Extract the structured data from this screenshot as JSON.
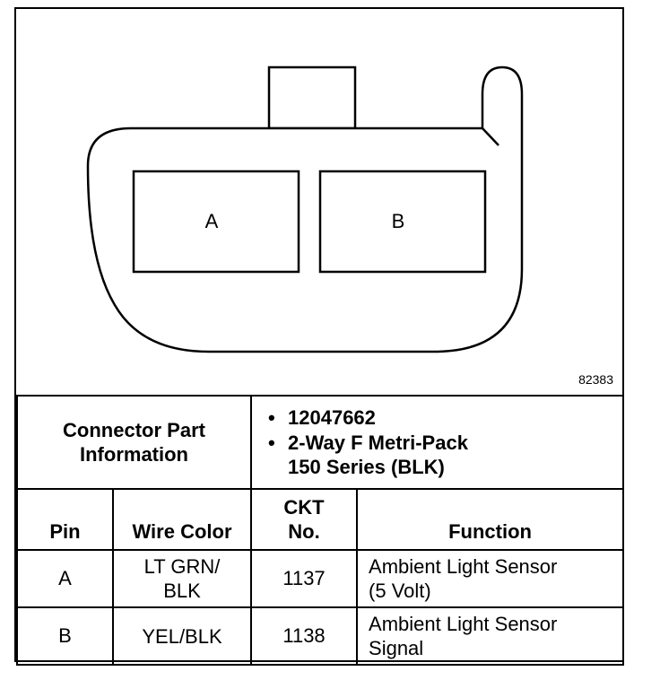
{
  "figure_number": "82383",
  "connector": {
    "pins": [
      "A",
      "B"
    ]
  },
  "info": {
    "label_line1": "Connector Part",
    "label_line2": "Information",
    "part_number": "12047662",
    "desc_line1": "2-Way F Metri-Pack",
    "desc_line2": "150 Series (BLK)"
  },
  "table": {
    "headers": {
      "pin": "Pin",
      "wire_color": "Wire Color",
      "ckt_line1": "CKT",
      "ckt_line2": "No.",
      "function": "Function"
    },
    "rows": [
      {
        "pin": "A",
        "wire_line1": "LT GRN/",
        "wire_line2": "BLK",
        "ckt": "1137",
        "func_line1": "Ambient Light Sensor",
        "func_line2": "(5 Volt)"
      },
      {
        "pin": "B",
        "wire_line1": "YEL/BLK",
        "wire_line2": "",
        "ckt": "1138",
        "func_line1": "Ambient Light Sensor",
        "func_line2": "Signal"
      }
    ]
  }
}
